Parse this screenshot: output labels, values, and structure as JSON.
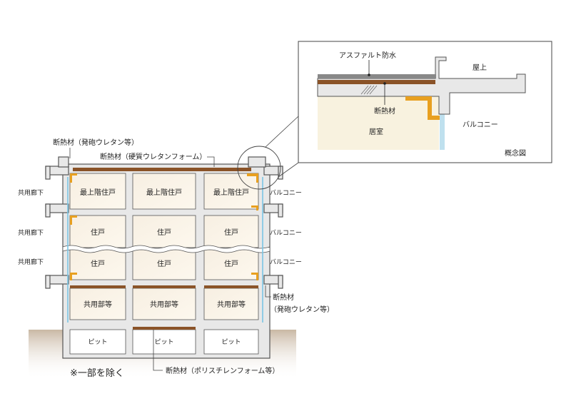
{
  "labels": {
    "insulation_foam": "断熱材（発砲ウレタン等）",
    "insulation_rigid": "断熱材（硬質ウレタンフォーム）",
    "insulation_right_1": "断熱材",
    "insulation_right_2": "（発砲ウレタン等）",
    "insulation_bottom": "断熱材（ポリスチレンフォーム等）",
    "note": "※一部を除く",
    "corridor": "共用廊下",
    "balcony": "バルコニー"
  },
  "rooms": {
    "top_floor": "最上階住戸",
    "unit": "住戸",
    "common": "共用部等",
    "pit": "ピット"
  },
  "inset": {
    "asphalt": "アスファルト防水",
    "rooftop": "屋上",
    "insulation": "断熱材",
    "living_room": "居室",
    "balcony": "バルコニー",
    "caption": "概念図"
  },
  "colors": {
    "concrete": "#e8e8e8",
    "outline": "#555555",
    "room": "#f6ece0",
    "insulation": "#8a5328",
    "foam": "#e8a020",
    "glass": "#7ac4e4",
    "ground": "#c9b8a4"
  }
}
